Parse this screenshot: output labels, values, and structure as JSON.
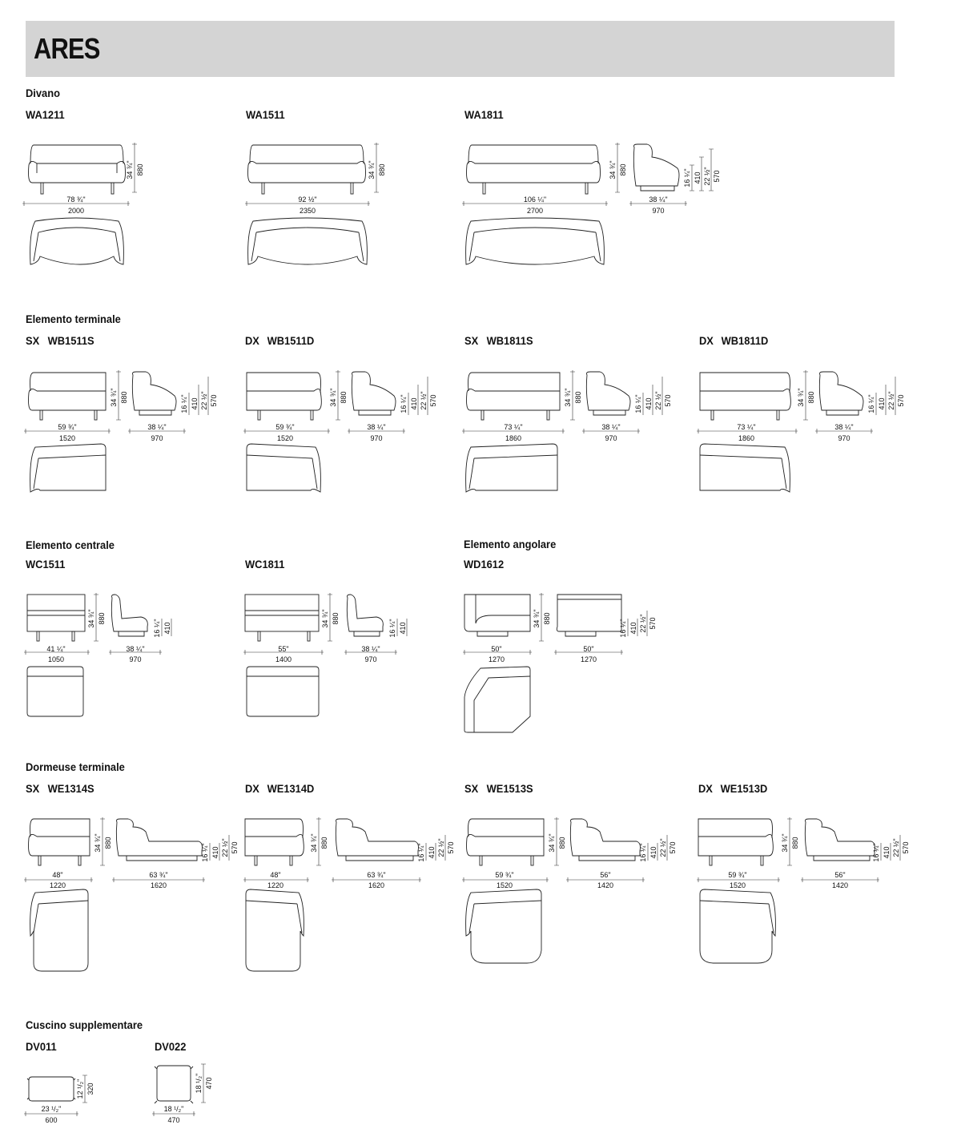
{
  "title": "ARES",
  "sections": {
    "divano": "Divano",
    "terminale": "Elemento terminale",
    "centrale": "Elemento centrale",
    "angolare": "Elemento angolare",
    "dormeuse": "Dormeuse terminale",
    "cuscino": "Cuscino supplementare"
  },
  "products": {
    "wa1211": {
      "code": "WA1211",
      "width_in": "78 ¾\"",
      "width_mm": "2000",
      "height_in": "34 ¾\"",
      "height_mm": "880"
    },
    "wa1511": {
      "code": "WA1511",
      "width_in": "92 ½\"",
      "width_mm": "2350",
      "height_in": "34 ¾\"",
      "height_mm": "880"
    },
    "wa1811": {
      "code": "WA1811",
      "width_in": "106 ¼\"",
      "width_mm": "2700",
      "height_in": "34 ¾\"",
      "height_mm": "880",
      "depth_in": "38 ¼\"",
      "depth_mm": "970",
      "seat_in": "16 ¼\"",
      "seat_mm": "410",
      "arm_in": "22 ½\"",
      "arm_mm": "570"
    },
    "wb1511s": {
      "side": "SX",
      "code": "WB1511S",
      "width_in": "59 ¾\"",
      "width_mm": "1520",
      "height_in": "34 ¾\"",
      "height_mm": "880",
      "depth_in": "38 ¼\"",
      "depth_mm": "970",
      "seat_in": "16 ¼\"",
      "seat_mm": "410",
      "arm_in": "22 ½\"",
      "arm_mm": "570"
    },
    "wb1511d": {
      "side": "DX",
      "code": "WB1511D",
      "width_in": "59 ¾\"",
      "width_mm": "1520",
      "height_in": "34 ¾\"",
      "height_mm": "880",
      "depth_in": "38 ¼\"",
      "depth_mm": "970",
      "seat_in": "16 ¼\"",
      "seat_mm": "410",
      "arm_in": "22 ½\"",
      "arm_mm": "570"
    },
    "wb1811s": {
      "side": "SX",
      "code": "WB1811S",
      "width_in": "73 ¼\"",
      "width_mm": "1860",
      "height_in": "34 ¾\"",
      "height_mm": "880",
      "depth_in": "38 ¼\"",
      "depth_mm": "970",
      "seat_in": "16 ¼\"",
      "seat_mm": "410",
      "arm_in": "22 ½\"",
      "arm_mm": "570"
    },
    "wb1811d": {
      "side": "DX",
      "code": "WB1811D",
      "width_in": "73 ¼\"",
      "width_mm": "1860",
      "height_in": "34 ¾\"",
      "height_mm": "880",
      "depth_in": "38 ¼\"",
      "depth_mm": "970",
      "seat_in": "16 ¼\"",
      "seat_mm": "410",
      "arm_in": "22 ½\"",
      "arm_mm": "570"
    },
    "wc1511": {
      "code": "WC1511",
      "width_in": "41 ¼\"",
      "width_mm": "1050",
      "height_in": "34 ¾\"",
      "height_mm": "880",
      "depth_in": "38 ¼\"",
      "depth_mm": "970",
      "seat_in": "16 ¼\"",
      "seat_mm": "410"
    },
    "wc1811": {
      "code": "WC1811",
      "width_in": "55\"",
      "width_mm": "1400",
      "height_in": "34 ¾\"",
      "height_mm": "880",
      "depth_in": "38 ¼\"",
      "depth_mm": "970",
      "seat_in": "16 ¼\"",
      "seat_mm": "410"
    },
    "wd1612": {
      "code": "WD1612",
      "width_in": "50\"",
      "width_mm": "1270",
      "height_in": "34 ¾\"",
      "height_mm": "880",
      "depth_in": "50\"",
      "depth_mm": "1270",
      "seat_in": "16 ¼\"",
      "seat_mm": "410",
      "arm_in": "22 ½\"",
      "arm_mm": "570"
    },
    "we1314s": {
      "side": "SX",
      "code": "WE1314S",
      "width_in": "48\"",
      "width_mm": "1220",
      "height_in": "34 ¾\"",
      "height_mm": "880",
      "depth_in": "63 ¾\"",
      "depth_mm": "1620",
      "seat_in": "16 ¼\"",
      "seat_mm": "410",
      "arm_in": "22 ½\"",
      "arm_mm": "570"
    },
    "we1314d": {
      "side": "DX",
      "code": "WE1314D",
      "width_in": "48\"",
      "width_mm": "1220",
      "height_in": "34 ¾\"",
      "height_mm": "880",
      "depth_in": "63 ¾\"",
      "depth_mm": "1620",
      "seat_in": "16 ¼\"",
      "seat_mm": "410",
      "arm_in": "22 ½\"",
      "arm_mm": "570"
    },
    "we1513s": {
      "side": "SX",
      "code": "WE1513S",
      "width_in": "59 ¾\"",
      "width_mm": "1520",
      "height_in": "34 ¾\"",
      "height_mm": "880",
      "depth_in": "56\"",
      "depth_mm": "1420",
      "seat_in": "16 ¼\"",
      "seat_mm": "410",
      "arm_in": "22 ½\"",
      "arm_mm": "570"
    },
    "we1513d": {
      "side": "DX",
      "code": "WE1513D",
      "width_in": "59 ¾\"",
      "width_mm": "1520",
      "height_in": "34 ¾\"",
      "height_mm": "880",
      "depth_in": "56\"",
      "depth_mm": "1420",
      "seat_in": "16 ¼\"",
      "seat_mm": "410",
      "arm_in": "22 ½\"",
      "arm_mm": "570"
    },
    "dv011": {
      "code": "DV011",
      "width_in": "23 ¹/₂\"",
      "width_mm": "600",
      "height_in": "12 ¹/₂\"",
      "height_mm": "320"
    },
    "dv022": {
      "code": "DV022",
      "width_in": "18 ¹/₂\"",
      "width_mm": "470",
      "height_in": "18 ¹/₂\"",
      "height_mm": "470"
    }
  }
}
